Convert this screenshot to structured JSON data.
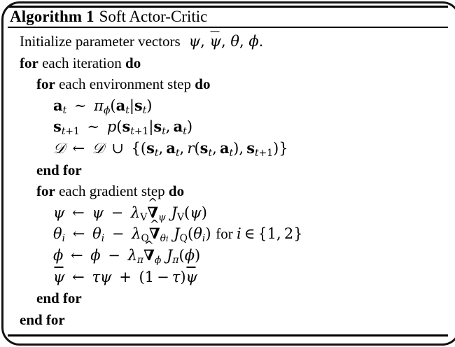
{
  "figure": {
    "type": "algorithm-pseudocode",
    "kind": "latex-algorithm-float",
    "border": "rounded-dark-frame",
    "background_color": "#ffffff",
    "text_color": "#000000"
  },
  "header": {
    "label": "Algorithm 1",
    "keyword": "Algorithm",
    "number": "1",
    "name": "Soft Actor-Critic"
  },
  "rules": {
    "top": "thick",
    "middle": "thin",
    "bottom": "thick"
  },
  "lines": [
    {
      "id": "initialize",
      "indent": 0,
      "plain": "Initialize parameter vectors ψ, ψ̄, θ, φ.",
      "text_prefix": "Initialize parameter vectors",
      "symbols": [
        "ψ",
        "ψ̄",
        "θ",
        "φ"
      ],
      "terminator": "."
    },
    {
      "id": "for-iteration",
      "indent": 0,
      "plain": "for each iteration do",
      "keyword_start": "for",
      "middle": "each iteration",
      "keyword_end": "do"
    },
    {
      "id": "for-env-step",
      "indent": 1,
      "plain": "for each environment step do",
      "keyword_start": "for",
      "middle": "each environment step",
      "keyword_end": "do"
    },
    {
      "id": "sample-action",
      "indent": 2,
      "plain": "a_t ~ π_φ(a_t|s_t)",
      "latex": "\\mathbf{a}_t \\sim \\pi_\\phi(\\mathbf{a}_t|\\mathbf{s}_t)"
    },
    {
      "id": "sample-next-state",
      "indent": 2,
      "plain": "s_{t+1} ~ p(s_{t+1}|s_t, a_t)",
      "latex": "\\mathbf{s}_{t+1} \\sim p(\\mathbf{s}_{t+1}|\\mathbf{s}_t,\\mathbf{a}_t)"
    },
    {
      "id": "append-buffer",
      "indent": 2,
      "plain": "D ← D ∪ {(s_t, a_t, r(s_t, a_t), s_{t+1})}",
      "latex": "\\mathcal{D} \\leftarrow \\mathcal{D} \\cup \\{(\\mathbf{s}_t,\\mathbf{a}_t,r(\\mathbf{s}_t,\\mathbf{a}_t),\\mathbf{s}_{t+1})\\}"
    },
    {
      "id": "end-for-env-step",
      "indent": 1,
      "plain": "end for",
      "keyword_start": "end for"
    },
    {
      "id": "for-gradient-step",
      "indent": 1,
      "plain": "for each gradient step do",
      "keyword_start": "for",
      "middle": "each gradient step",
      "keyword_end": "do"
    },
    {
      "id": "update-psi",
      "indent": 2,
      "plain": "ψ ← ψ − λ_V ∇̂_ψ J_V(ψ)",
      "latex": "\\psi \\leftarrow \\psi - \\lambda_V \\hat{\\nabla}_\\psi J_V(\\psi)"
    },
    {
      "id": "update-theta",
      "indent": 2,
      "plain": "θ_i ← θ_i − λ_Q ∇̂_{θ_i} J_Q(θ_i) for i ∈ {1, 2}",
      "latex": "\\theta_i \\leftarrow \\theta_i - \\lambda_Q \\hat{\\nabla}_{\\theta_i} J_Q(\\theta_i) \\text{ for } i \\in \\{1,2\\}",
      "suffix_text": "for",
      "index_set": [
        "1",
        "2"
      ]
    },
    {
      "id": "update-phi",
      "indent": 2,
      "plain": "φ ← φ − λ_π ∇̂_φ J_π(φ)",
      "latex": "\\phi \\leftarrow \\phi - \\lambda_\\pi \\hat{\\nabla}_\\phi J_\\pi(\\phi)"
    },
    {
      "id": "update-target-psi",
      "indent": 2,
      "plain": "ψ̄ ← τψ + (1 − τ)ψ̄",
      "latex": "\\bar{\\psi} \\leftarrow \\tau\\psi + (1-\\tau)\\bar{\\psi}"
    },
    {
      "id": "end-for-gradient-step",
      "indent": 1,
      "plain": "end for",
      "keyword_start": "end for"
    },
    {
      "id": "end-for-iteration",
      "indent": 0,
      "plain": "end for",
      "keyword_start": "end for"
    }
  ],
  "tokens": {
    "initialize_text": "Initialize parameter vectors",
    "for": "for",
    "do": "do",
    "end_for": "end for",
    "each_iteration": "each iteration",
    "each_environment_step": "each environment step",
    "each_gradient_step": "each gradient step",
    "for_lower": "for",
    "one": "1",
    "two": "2"
  }
}
